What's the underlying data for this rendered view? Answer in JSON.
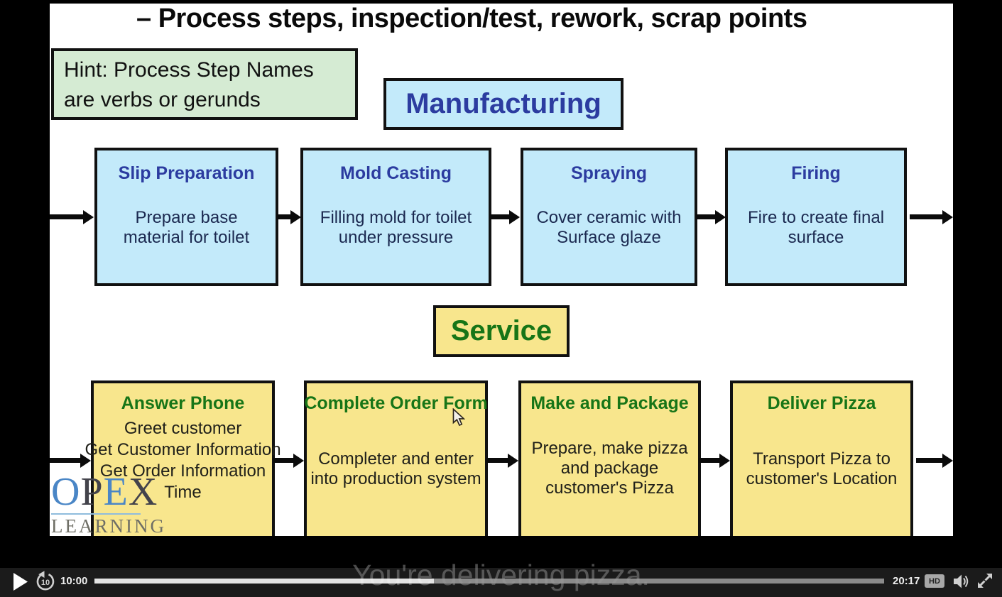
{
  "slide": {
    "title": "– Process steps, inspection/test, rework, scrap points",
    "hint": {
      "line1": "Hint: Process Step Names",
      "line2": "are verbs or gerunds"
    },
    "manufacturing": {
      "label": "Manufacturing",
      "steps": [
        {
          "title": "Slip Preparation",
          "lines": [
            "Prepare base",
            "material for toilet"
          ]
        },
        {
          "title": "Mold Casting",
          "lines": [
            "Filling mold for toilet",
            "under pressure"
          ]
        },
        {
          "title": "Spraying",
          "lines": [
            "Cover ceramic with",
            "Surface glaze"
          ]
        },
        {
          "title": "Firing",
          "lines": [
            "Fire to create final",
            "surface"
          ]
        }
      ]
    },
    "service": {
      "label": "Service",
      "steps": [
        {
          "title": "Answer Phone",
          "lines": [
            "Greet customer",
            "Get Customer Information",
            "Get Order Information",
            "Time"
          ]
        },
        {
          "title": "Complete Order Form",
          "lines": [
            "Completer and enter",
            "into production system"
          ]
        },
        {
          "title": "Make and Package",
          "lines": [
            "Prepare, make pizza",
            "and package",
            "customer's Pizza"
          ]
        },
        {
          "title": "Deliver Pizza",
          "lines": [
            "Transport Pizza to",
            "customer's Location"
          ]
        }
      ]
    },
    "logo": {
      "letters": [
        "O",
        "P",
        "E",
        "X"
      ],
      "subtitle": "LEARNING"
    },
    "colors": {
      "manufacturing_fill": "#c3eafa",
      "manufacturing_text": "#2c3ca0",
      "service_fill": "#f8e68d",
      "service_text": "#177517",
      "hint_fill": "#d5ebd3",
      "body_text": "#1b2950"
    }
  },
  "player": {
    "current_time": "10:00",
    "total_time": "20:17",
    "hd_label": "HD",
    "replay_seconds": "10",
    "progress_percent": 43,
    "caption": "You're delivering pizza.",
    "icons": [
      "play-icon",
      "replay-10-icon",
      "volume-icon",
      "fullscreen-icon"
    ],
    "colors": {
      "bar_bg": "#1b1b1b",
      "played": "#ffffff",
      "track": "#9b9b9b"
    }
  }
}
